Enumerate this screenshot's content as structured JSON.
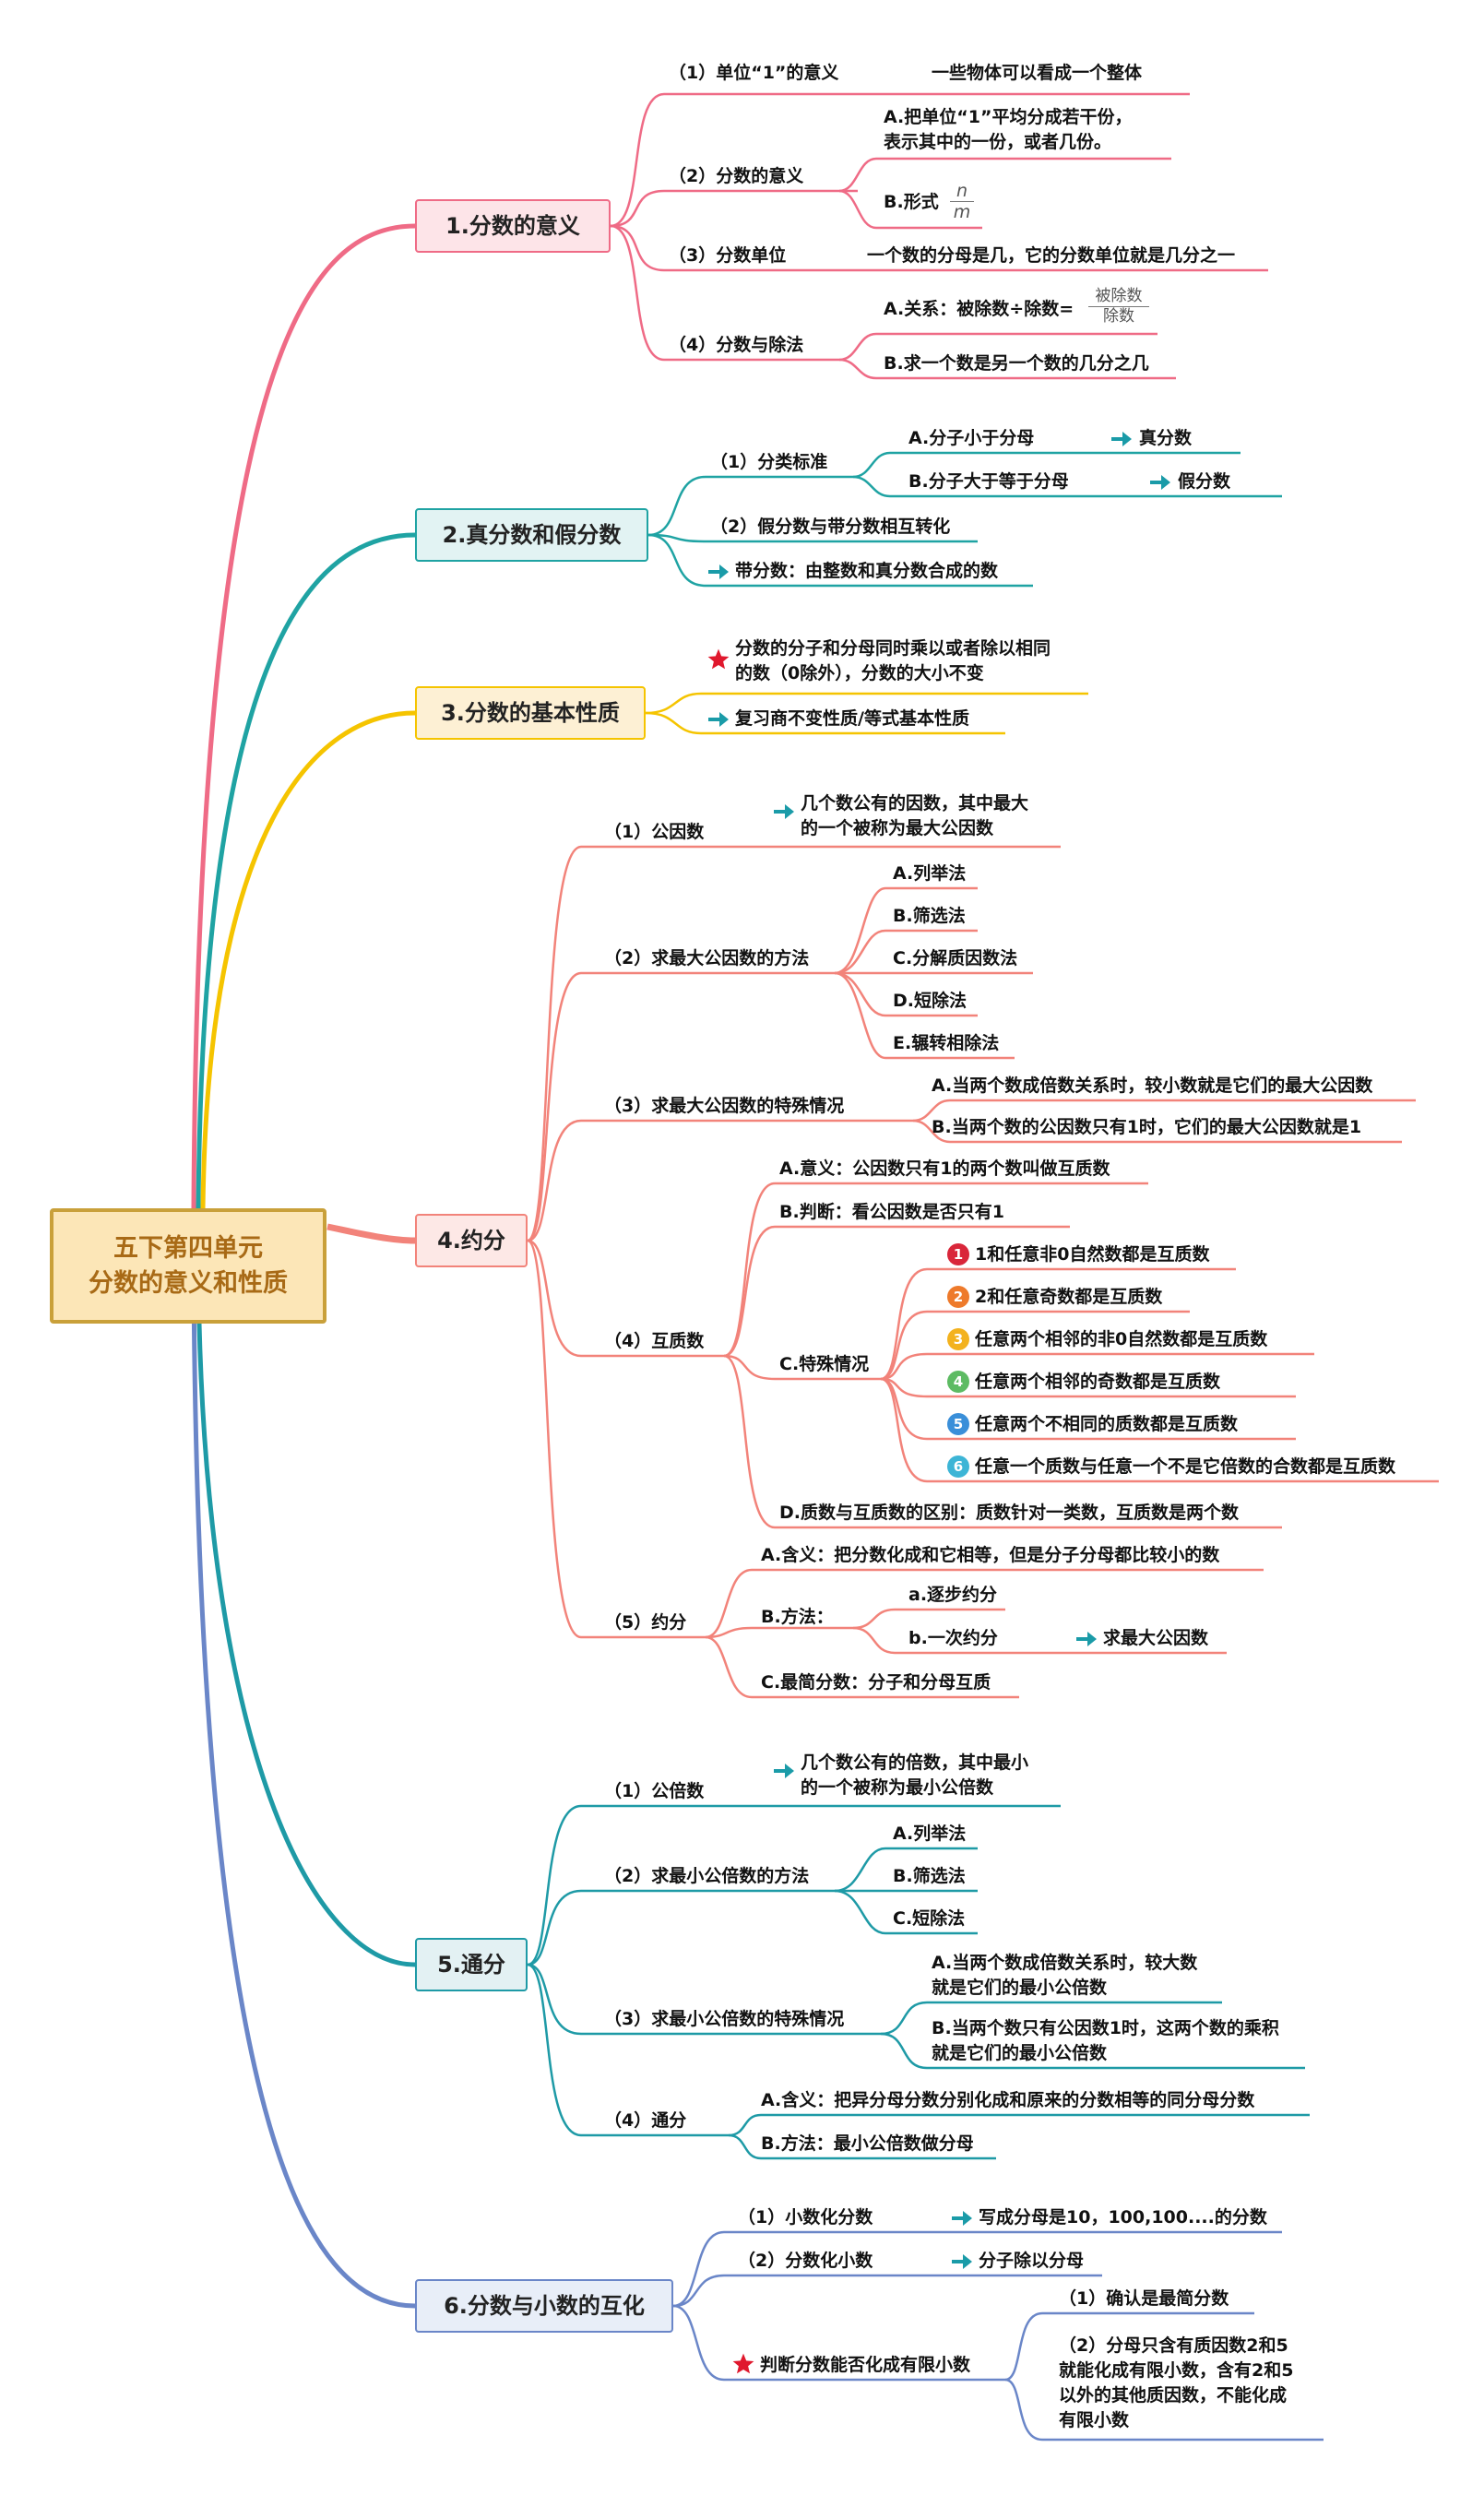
{
  "colors": {
    "c1": "#EF6B86",
    "c1bg": "#FDE4E8",
    "c2": "#1FA3A3",
    "c2bg": "#E2F3F3",
    "c3": "#F5C400",
    "c3bg": "#FDF0D4",
    "c4": "#F2837A",
    "c4bg": "#FDE8E6",
    "c5": "#1E9AA6",
    "c5bg": "#E3F1F3",
    "c6": "#6A86C8",
    "c6bg": "#E8EEF8",
    "root": "#C9A03A",
    "rootbg": "#FCE6B7",
    "arrow": "#1A9BA8",
    "star": "#E0182D"
  },
  "root": {
    "line1": "五下第四单元",
    "line2": "分数的意义和性质"
  },
  "branches": {
    "b1": {
      "title": "1.分数的意义",
      "n1": "（1）单位“1”的意义",
      "n1v": "一些物体可以看成一个整体",
      "n2": "（2）分数的意义",
      "n2a1": "A.把单位“1”平均分成若干份，",
      "n2a2": "表示其中的一份，或者几份。",
      "n2b": "B.形式",
      "n2b_num": "n",
      "n2b_den": "m",
      "n3": "（3）分数单位",
      "n3v": "一个数的分母是几，它的分数单位就是几分之一",
      "n4": "（4）分数与除法",
      "n4a": "A.关系：被除数÷除数=",
      "n4a_num": "被除数",
      "n4a_den": "除数",
      "n4b": "B.求一个数是另一个数的几分之几"
    },
    "b2": {
      "title": "2.真分数和假分数",
      "n1": "（1）分类标准",
      "n1a": "A.分子小于分母",
      "n1a_r": "真分数",
      "n1b": "B.分子大于等于分母",
      "n1b_r": "假分数",
      "n2": "（2）假分数与带分数相互转化",
      "n3": "带分数：由整数和真分数合成的数"
    },
    "b3": {
      "title": "3.分数的基本性质",
      "n1a": "分数的分子和分母同时乘以或者除以相同",
      "n1b": "的数（0除外），分数的大小不变",
      "n2": "复习商不变性质/等式基本性质"
    },
    "b4": {
      "title": "4.约分",
      "n1": "（1）公因数",
      "n1v1": "几个数公有的因数，其中最大",
      "n1v2": "的一个被称为最大公因数",
      "n2": "（2）求最大公因数的方法",
      "m": [
        "A.列举法",
        "B.筛选法",
        "C.分解质因数法",
        "D.短除法",
        "E.辗转相除法"
      ],
      "n3": "（3）求最大公因数的特殊情况",
      "n3a": "A.当两个数成倍数关系时，较小数就是它们的最大公因数",
      "n3b": "B.当两个数的公因数只有1时，它们的最大公因数就是1",
      "n4": "（4）互质数",
      "n4a": "A.意义：公因数只有1的两个数叫做互质数",
      "n4b": "B.判断：看公因数是否只有1",
      "n4c": "C.特殊情况",
      "special": [
        "1和任意非0自然数都是互质数",
        "2和任意奇数都是互质数",
        "任意两个相邻的非0自然数都是互质数",
        "任意两个相邻的奇数都是互质数",
        "任意两个不相同的质数都是互质数",
        "任意一个质数与任意一个不是它倍数的合数都是互质数"
      ],
      "special_nums": [
        "1",
        "2",
        "3",
        "4",
        "5",
        "6"
      ],
      "special_colors": [
        "#D9263A",
        "#EE7A2B",
        "#F3B21E",
        "#5DBB63",
        "#3A8FD9",
        "#3DB5D6"
      ],
      "n4d": "D.质数与互质数的区别：质数针对一类数，互质数是两个数",
      "n5": "（5）约分",
      "n5a": "A.含义：把分数化成和它相等，但是分子分母都比较小的数",
      "n5b": "B.方法：",
      "n5b1": "a.逐步约分",
      "n5b2": "b.一次约分",
      "n5b2_r": "求最大公因数",
      "n5c": "C.最简分数：分子和分母互质"
    },
    "b5": {
      "title": "5.通分",
      "n1": "（1）公倍数",
      "n1v1": "几个数公有的倍数，其中最小",
      "n1v2": "的一个被称为最小公倍数",
      "n2": "（2）求最小公倍数的方法",
      "m": [
        "A.列举法",
        "B.筛选法",
        "C.短除法"
      ],
      "n3": "（3）求最小公倍数的特殊情况",
      "n3a1": "A.当两个数成倍数关系时，较大数",
      "n3a2": "就是它们的最小公倍数",
      "n3b1": "B.当两个数只有公因数1时，这两个数的乘积",
      "n3b2": "就是它们的最小公倍数",
      "n4": "（4）通分",
      "n4a": "A.含义：把异分母分数分别化成和原来的分数相等的同分母分数",
      "n4b": "B.方法：最小公倍数做分母"
    },
    "b6": {
      "title": "6.分数与小数的互化",
      "n1": "（1）小数化分数",
      "n1v": "写成分母是10，100,100....的分数",
      "n2": "（2）分数化小数",
      "n2v": "分子除以分母",
      "n3": "判断分数能否化成有限小数",
      "n3a": "（1）确认是最简分数",
      "n3b1": "（2）分母只含有质因数2和5",
      "n3b2": "就能化成有限小数，含有2和5",
      "n3b3": "以外的其他质因数，不能化成",
      "n3b4": "有限小数"
    }
  }
}
